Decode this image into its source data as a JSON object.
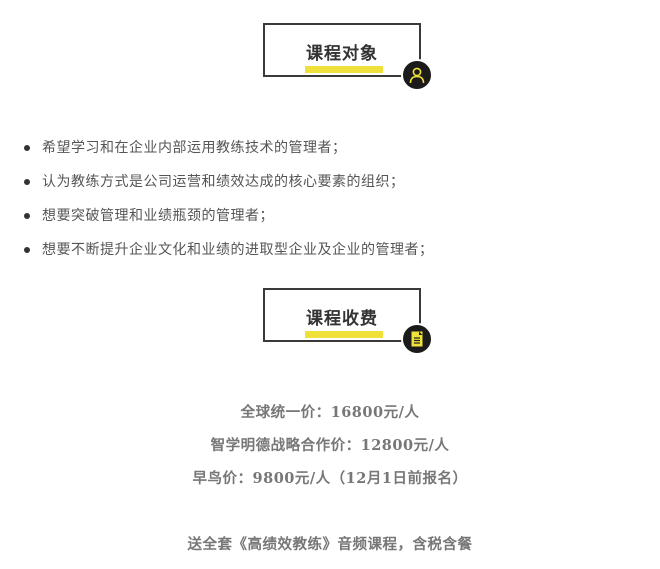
{
  "sections": [
    {
      "title": "课程对象",
      "icon": "user-icon"
    },
    {
      "title": "课程收费",
      "icon": "document-icon"
    }
  ],
  "audience": [
    "希望学习和在企业内部运用教练技术的管理者；",
    "认为教练方式是公司运营和绩效达成的核心要素的组织；",
    "想要突破管理和业绩瓶颈的管理者；",
    "想要不断提升企业文化和业绩的进取型企业及企业的管理者；"
  ],
  "pricing": [
    "全球统一价：16800元/人",
    "智学明德战略合作价：12800元/人",
    "早鸟价：9800元/人（12月1日前报名）"
  ],
  "bonus": "送全套《高绩效教练》音频课程，含税含餐",
  "colors": {
    "accent": "#f0e13a",
    "badge": "#1b1b1b",
    "border": "#3a3a3a"
  }
}
